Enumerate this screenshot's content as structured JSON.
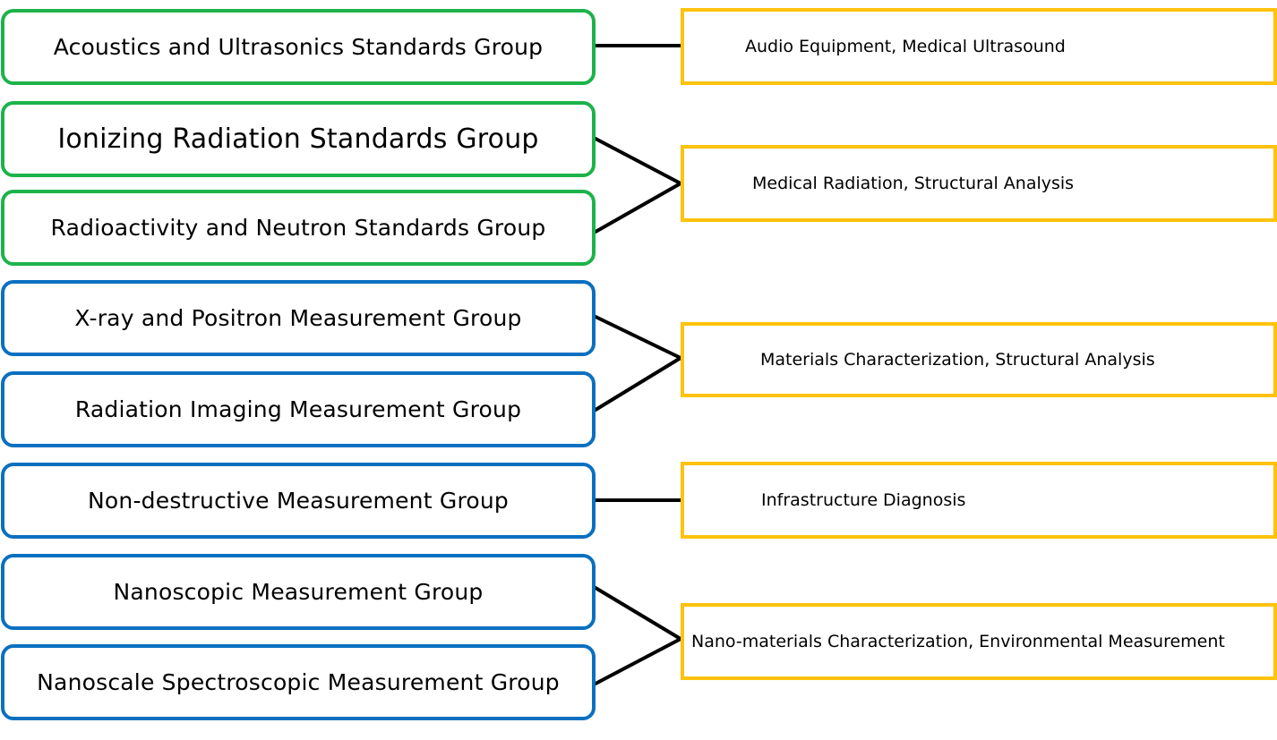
{
  "colors": {
    "green_group": "#1db34a",
    "blue_group": "#0a70c0",
    "application": "#ffc20e",
    "connector": "#000000"
  },
  "groups": [
    {
      "label": "Acoustics and Ultrasonics Standards Group",
      "color": "green"
    },
    {
      "label": "Ionizing Radiation Standards Group",
      "color": "green"
    },
    {
      "label": "Radioactivity and Neutron Standards Group",
      "color": "green"
    },
    {
      "label": "X-ray and Positron Measurement Group",
      "color": "blue"
    },
    {
      "label": "Radiation Imaging Measurement Group",
      "color": "blue"
    },
    {
      "label": "Non-destructive Measurement Group",
      "color": "blue"
    },
    {
      "label": "Nanoscopic Measurement Group",
      "color": "blue"
    },
    {
      "label": "Nanoscale Spectroscopic Measurement Group",
      "color": "blue"
    }
  ],
  "applications": [
    {
      "label": "Audio Equipment, Medical Ultrasound",
      "groups": [
        0
      ]
    },
    {
      "label": "Medical Radiation, Structural Analysis",
      "groups": [
        1,
        2
      ]
    },
    {
      "label": "Materials Characterization, Structural Analysis",
      "groups": [
        3,
        4
      ]
    },
    {
      "label": "Infrastructure Diagnosis",
      "groups": [
        5
      ]
    },
    {
      "label": "Nano-materials Characterization, Environmental Measurement",
      "groups": [
        6,
        7
      ]
    }
  ]
}
